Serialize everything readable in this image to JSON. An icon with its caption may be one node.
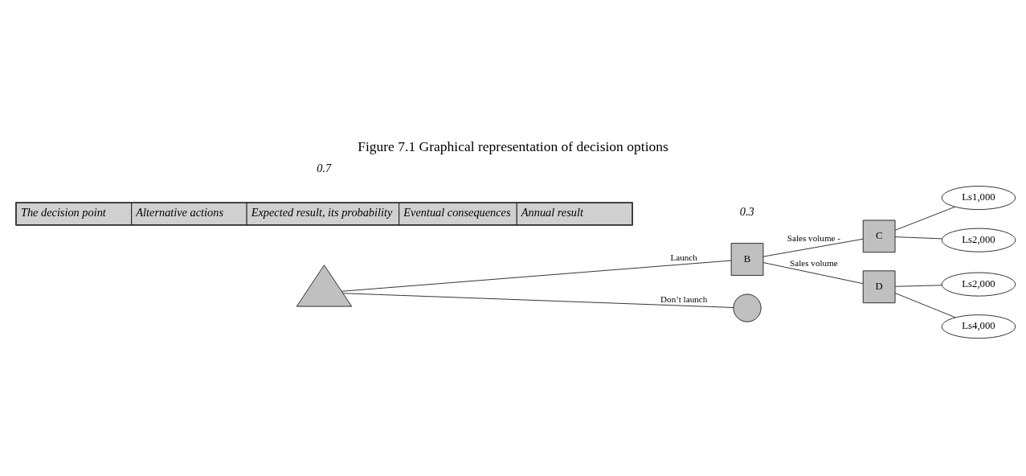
{
  "diagram": {
    "title": "Figure 7.1 Graphical representation of decision options",
    "nodes": [
      {
        "text": [],
        "shape": "triangle"
      },
      {
        "text": [
          "B"
        ]
      },
      {
        "text": [],
        "shape": "circle"
      },
      {
        "text": [
          "C"
        ]
      },
      {
        "text": [
          "D"
        ]
      },
      {
        "text": [
          "Ls1,000"
        ]
      },
      {
        "text": [
          "Ls2,000"
        ]
      },
      {
        "text": [
          "Ls2,000"
        ]
      },
      {
        "text": [
          "Ls4,000"
        ]
      }
    ],
    "edges": [
      {
        "from": 0,
        "to": 1,
        "arrow": "none",
        "label": "Launch"
      },
      {
        "from": 0,
        "to": 2,
        "arrow": "none",
        "label": "Don’t launch"
      },
      {
        "from": 1,
        "to": 3,
        "arrow": "none",
        "label": "Sales volume -"
      },
      {
        "from": 1,
        "to": 4,
        "arrow": "none",
        "label": "Sales volume"
      },
      {
        "from": 3,
        "to": 5,
        "arrow": "none"
      },
      {
        "from": 3,
        "to": 6,
        "arrow": "none"
      },
      {
        "from": 4,
        "to": 7,
        "arrow": "none"
      },
      {
        "from": 4,
        "to": 8,
        "arrow": "none"
      }
    ],
    "labels": [
      "The decision point",
      "Alternative actions",
      "Expected result, its probability",
      "Eventual consequences",
      "Annual result",
      "0.7",
      "0.3"
    ]
  }
}
